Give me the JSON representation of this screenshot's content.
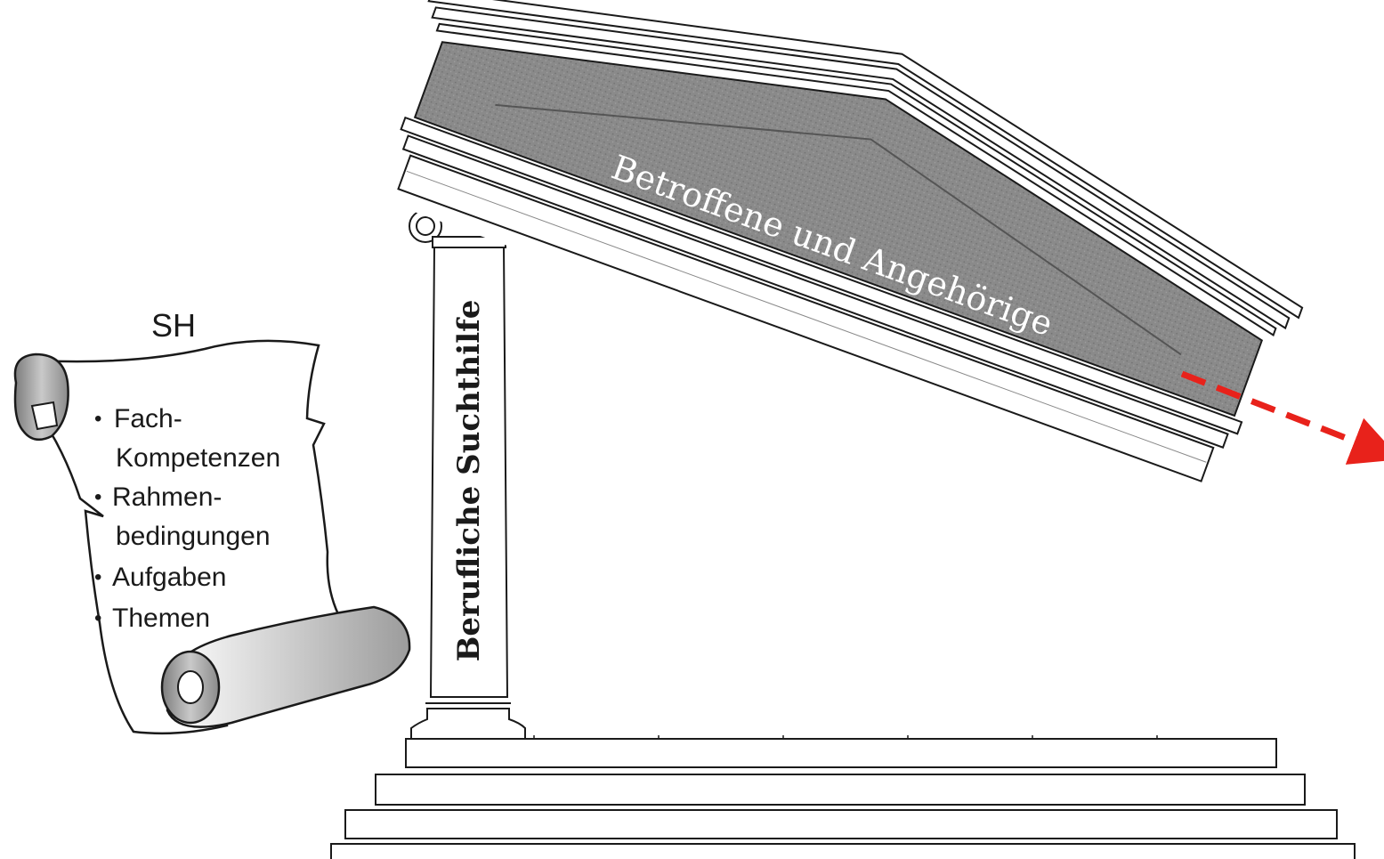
{
  "roof": {
    "label": "Betroffene und Angehörige"
  },
  "pillar": {
    "label": "Berufliche Suchthilfe"
  },
  "scroll": {
    "title": "SH",
    "bullet": "•",
    "lines": [
      {
        "text": "Fach-",
        "bullet": true
      },
      {
        "text": "Kompetenzen",
        "bullet": false
      },
      {
        "text": "Rahmen-",
        "bullet": true
      },
      {
        "text": "bedingungen",
        "bullet": false
      },
      {
        "text": "Aufgaben",
        "bullet": true
      },
      {
        "text": "Themen",
        "bullet": true
      }
    ]
  },
  "colors": {
    "ink": "#1a1a1a",
    "pediment_fill": "#8c8c8c",
    "roof_text": "#ffffff",
    "arrow": "#e8221b",
    "scroll_shadow": "#9a9a9a"
  },
  "arrow": {
    "style": "dashed",
    "direction": "down-right"
  }
}
